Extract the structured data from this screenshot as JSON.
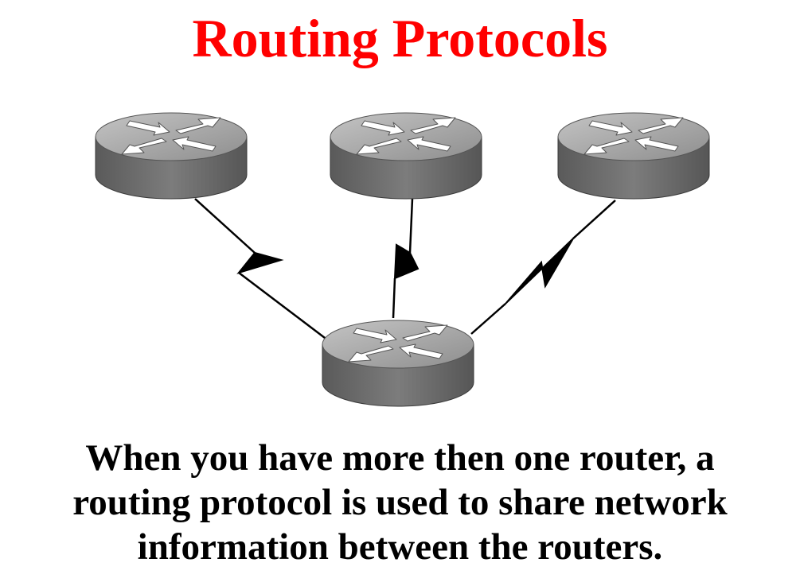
{
  "slide": {
    "title": "Routing Protocols",
    "caption_lines": [
      "When you have more then one router, a",
      "routing protocol is used to share network",
      "information between the routers."
    ]
  },
  "diagram": {
    "routers": [
      {
        "name": "router-top-left"
      },
      {
        "name": "router-top-center"
      },
      {
        "name": "router-top-right"
      },
      {
        "name": "router-bottom-center"
      }
    ],
    "links": [
      {
        "from": "router-top-left",
        "to": "router-bottom-center",
        "type": "serial"
      },
      {
        "from": "router-top-center",
        "to": "router-bottom-center",
        "type": "serial"
      },
      {
        "from": "router-top-right",
        "to": "router-bottom-center",
        "type": "serial"
      }
    ]
  },
  "colors": {
    "title": "#ff0000",
    "caption": "#000000",
    "router_top": "#a8a8a8",
    "router_side": "#6e6e6e",
    "arrow": "#ffffff"
  }
}
